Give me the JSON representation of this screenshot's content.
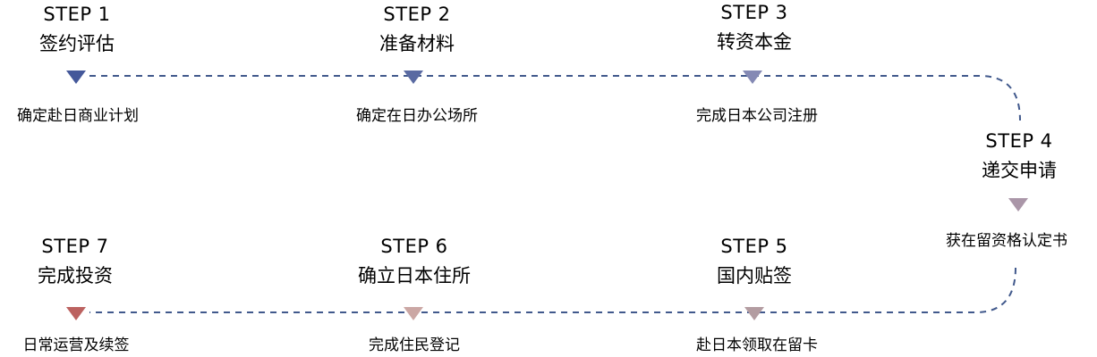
{
  "steps": [
    {
      "label": "STEP 1",
      "title": "签约评估",
      "desc": "确定赴日商业计划",
      "color": "#44589A"
    },
    {
      "label": "STEP 2",
      "title": "准备材料",
      "desc": "确定在日办公场所",
      "color": "#5A6AA2"
    },
    {
      "label": "STEP 3",
      "title": "转资本金",
      "desc": "完成日本公司注册",
      "color": "#8489B4"
    },
    {
      "label": "STEP 4",
      "title": "递交申请",
      "desc": "获在留资格认定书",
      "color": "#AA96A8"
    },
    {
      "label": "STEP 5",
      "title": "国内贴签",
      "desc": "赴日本领取在留卡",
      "color": "#B39CA1"
    },
    {
      "label": "STEP 6",
      "title": "确立日本住所",
      "desc": "完成住民登记",
      "color": "#CBA7A4"
    },
    {
      "label": "STEP 7",
      "title": "完成投资",
      "desc": "日常运营及续签",
      "color": "#BC6260"
    }
  ],
  "connector_color": "#41598C"
}
